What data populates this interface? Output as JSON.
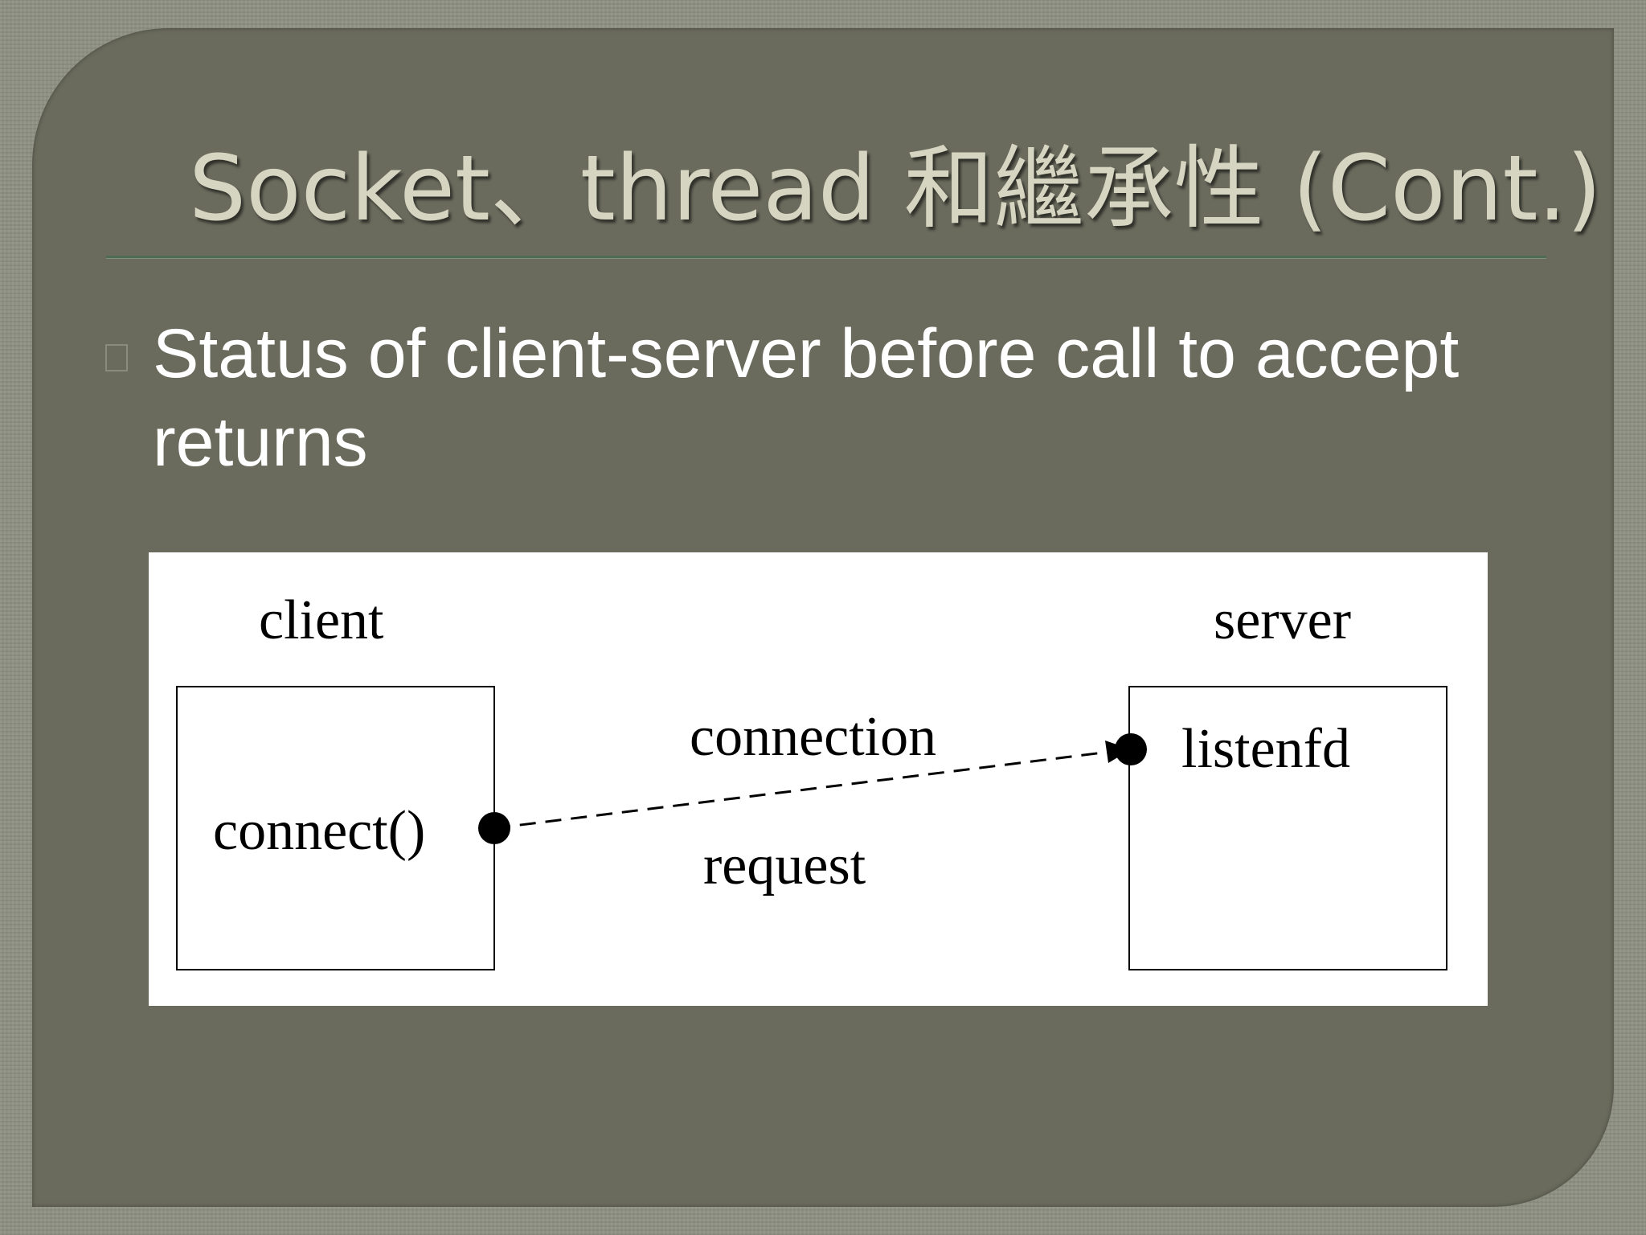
{
  "slide": {
    "title": "Socket、thread 和繼承性 (Cont.)",
    "bullet": "Status of client-server before call to accept returns"
  },
  "diagram": {
    "client_label": "client",
    "server_label": "server",
    "client_call": "connect()",
    "server_socket": "listenfd",
    "edge_label_top": "connection",
    "edge_label_bottom": "request",
    "edge_style": "dashed",
    "edge_direction": "client-to-server"
  }
}
